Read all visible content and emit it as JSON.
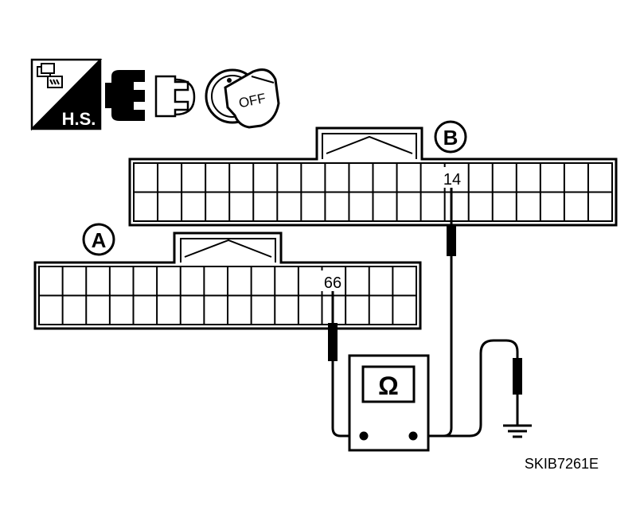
{
  "icons": {
    "harness_badge": {
      "text": "H.S.",
      "icon": "harness-connector-icon"
    },
    "connector_disconnect_icon": "connector-disconnected-icon",
    "ignition": {
      "text": "OFF",
      "icon": "ignition-key-icon"
    }
  },
  "connectors": {
    "A": {
      "label": "A",
      "pin": "66"
    },
    "B": {
      "label": "B",
      "pin": "14"
    }
  },
  "meter": {
    "symbol": "Ω",
    "icon": "ohmmeter-icon"
  },
  "ground_icon": "ground-icon",
  "figure_code": "SKIB7261E",
  "colors": {
    "ink": "#000000",
    "paper": "#ffffff"
  }
}
